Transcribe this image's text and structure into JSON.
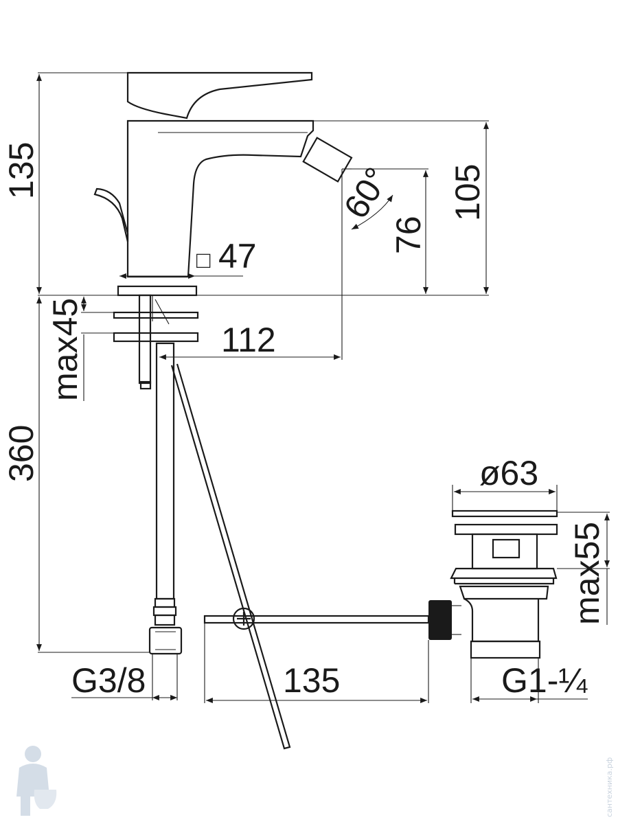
{
  "dimensions": {
    "height_total": "135",
    "height_spout": "105",
    "height_outlet": "76",
    "spout_angle": "60°",
    "base_size_symbol": "□",
    "base_size": "47",
    "spout_reach": "112",
    "max_deck_thickness": "max45",
    "hose_length": "360",
    "hose_thread": "G3/8",
    "rod_length": "135",
    "waste_diameter": "ø63",
    "waste_max": "max55",
    "waste_thread": "G1-¼"
  },
  "watermark": {
    "text": "сантехника.рф",
    "logo": "plumber-mascot-icon"
  },
  "colors": {
    "line": "#1a1a1a",
    "background": "#ffffff",
    "watermark": "#c9d3de"
  }
}
